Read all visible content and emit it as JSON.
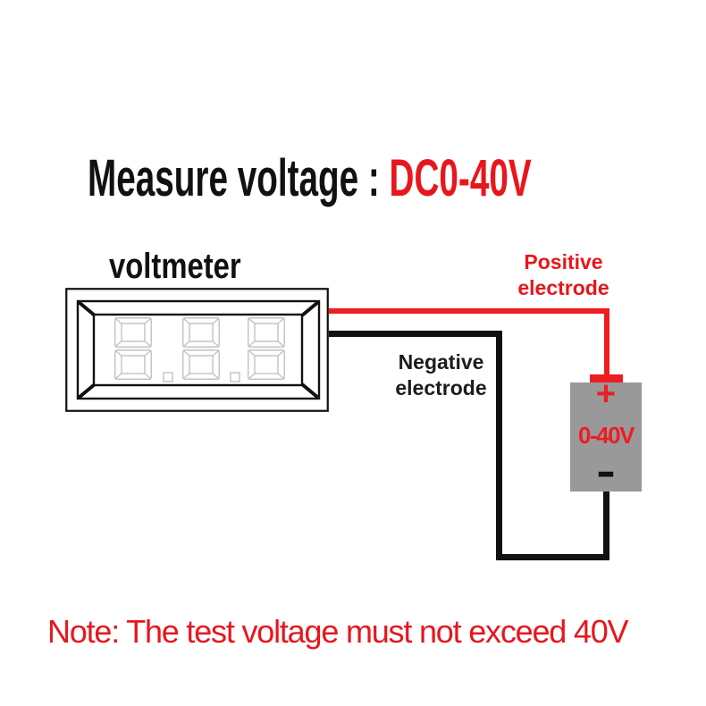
{
  "title": {
    "prefix": "Measure voltage : ",
    "range": "DC0-40V"
  },
  "voltmeter": {
    "label": "voltmeter",
    "display_value": "8.8.8"
  },
  "labels": {
    "positive": "Positive electrode",
    "negative": "Negative electrode"
  },
  "battery": {
    "positive_terminal": "+",
    "range": "0-40V",
    "negative_terminal": "-"
  },
  "note": "Note: The test voltage must not exceed 40V",
  "colors": {
    "red": "#ee1c23",
    "black": "#111111",
    "battery_gray": "#999999",
    "segment_gray": "#c2c2c2"
  }
}
